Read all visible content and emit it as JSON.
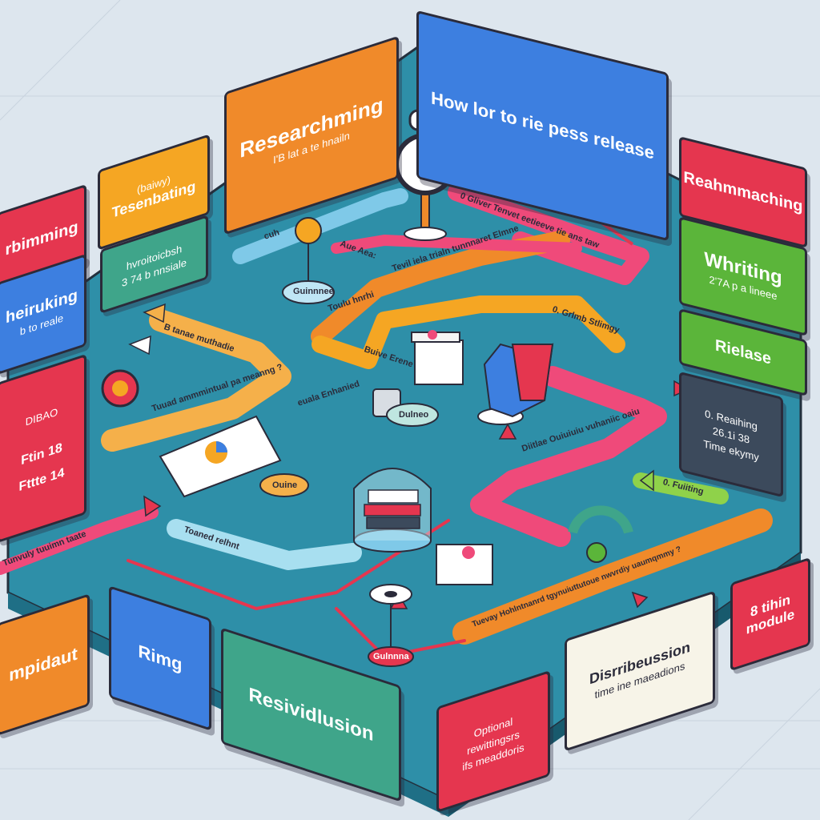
{
  "colors": {
    "backdrop": "#dde6ee",
    "board": "#2e8fa8",
    "board_side": "#1f6f86",
    "orange": "#f08a2a",
    "red": "#e5364f",
    "pink": "#ef4a7a",
    "blue": "#3d7fe0",
    "green": "#5bb53a",
    "teal": "#3fa58a",
    "yellow_orange": "#f5a623",
    "light_blue": "#7fc9e8",
    "dark_slate": "#3c4a5c"
  },
  "cards": {
    "title": {
      "text": "How lor to rie pess release"
    },
    "researching": {
      "text": "Researchming",
      "sub": "I'B lat a te hnailn"
    },
    "tesenbating": {
      "top": "(baiwy)",
      "text": "Tesenbating"
    },
    "left_red": {
      "text": "rbimming"
    },
    "left_blue": {
      "text": "heiruking",
      "sub": "b to reale"
    },
    "left_red_block": {
      "top": "DIBAO",
      "line1": "Ftin 18",
      "line2": "Fttte 14"
    },
    "small_panel": {
      "line1": "hvroitoicbsh",
      "line2": "3 74 b nnsiale"
    },
    "reahmmaching": {
      "text": "Reahmmaching"
    },
    "writing": {
      "text": "Whriting",
      "sub": "2'7A p a lineee"
    },
    "rielase": {
      "text": "Rielase"
    },
    "dark_panel": {
      "line1": "0. Reaihing",
      "line2": "26.1i 38",
      "line3": "Time ekymy"
    },
    "mpidaut": {
      "text": "mpidaut"
    },
    "rimg": {
      "text": "Rimg"
    },
    "resividlusion": {
      "text": "Resividlusion"
    },
    "optional": {
      "line1": "Optional",
      "line2": "rewittingsrs",
      "line3": "ifs meaddoris"
    },
    "distribution": {
      "text": "Disrribeussion",
      "sub": "time ine maeadions"
    },
    "module": {
      "line1": "8 tihin",
      "line2": "module"
    }
  },
  "path_labels": {
    "label_1": "0 Gliver Tenvet eetieeve tie ans taw",
    "label_2": "Aue Aea:",
    "label_3": "Tevil iela trialn tunnnaret Elmne",
    "label_4": "Toulu hnrhi",
    "label_5": "B tanae muthadie",
    "label_6": "Buive Erene",
    "label_7": "Tuuad ammmintual pa meanng ?",
    "label_8": "euala Enhanied",
    "label_9": "0. Grlmb Stlimgy",
    "label_10": "Diitlae Ouiuiuiu vuhaniic oaiu",
    "label_11": "Toaned relhnt",
    "label_12": "Tuevay Hohlntnanrd tgynuiuttutoue nwvrdiy uaumqmmy ?",
    "label_13": "0. Fuiiting",
    "label_14": "Tunvuly tuuimn taate",
    "label_15": "cuh"
  },
  "nodes": {
    "node_1": "Dulneo",
    "node_2": "Ouine",
    "node_3": "Guinnnee",
    "node_4": "Gulnnna"
  }
}
